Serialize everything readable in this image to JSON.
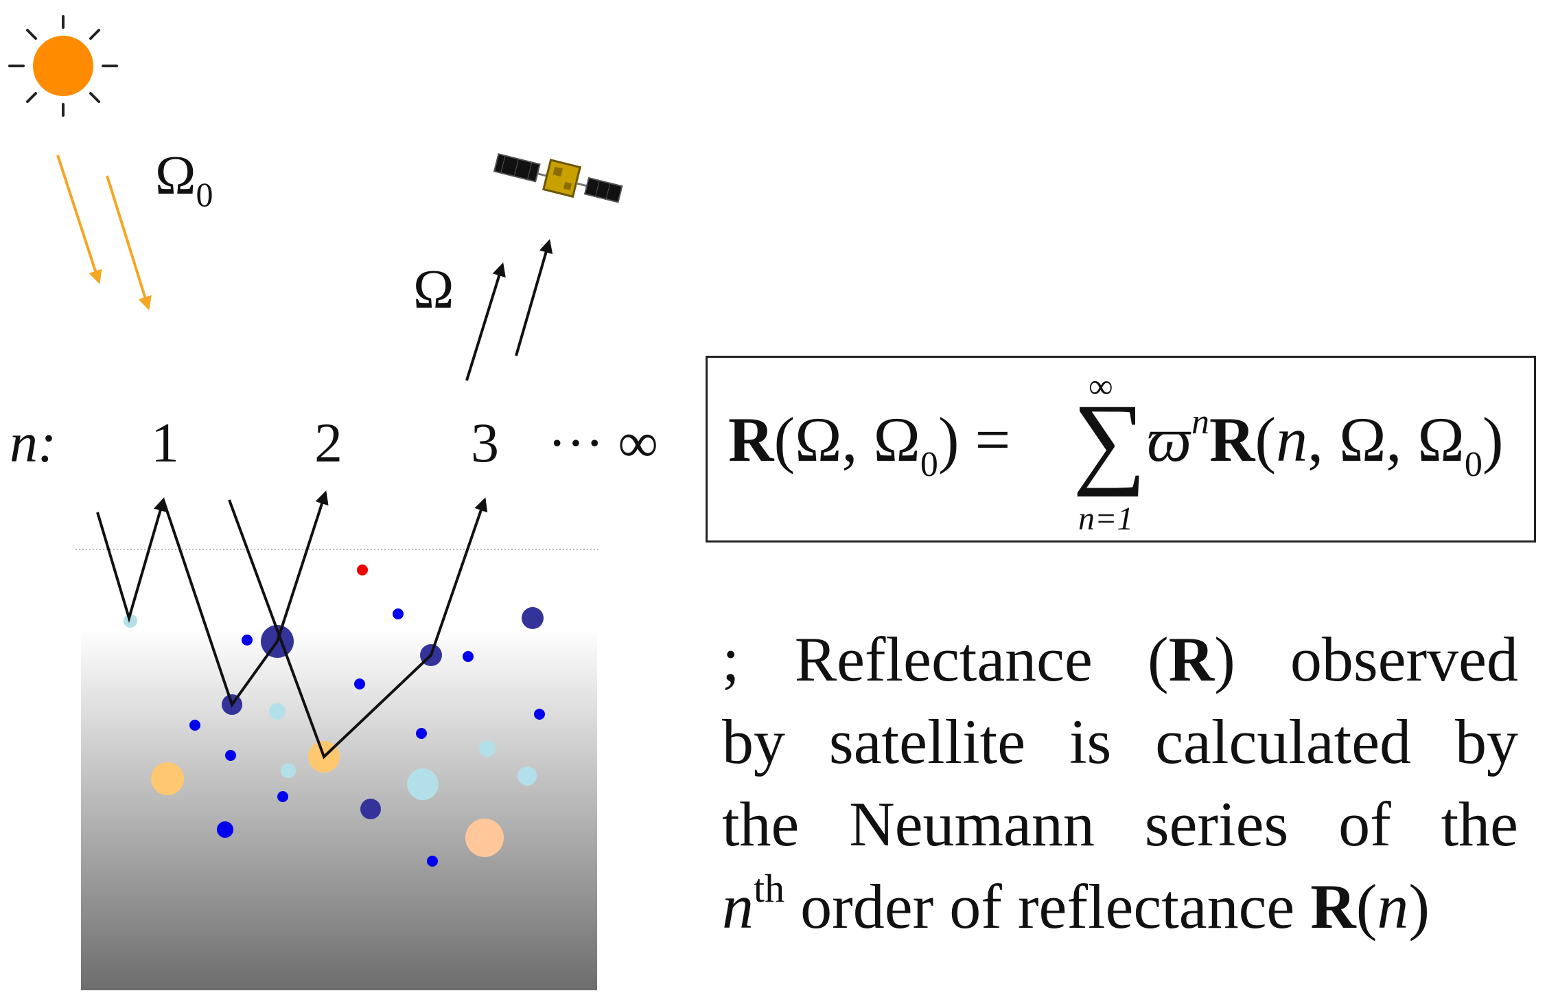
{
  "labels": {
    "omega0_base": "Ω",
    "omega0_sub": "0",
    "omega": "Ω",
    "n_prefix": "n:",
    "orders": [
      "1",
      "2",
      "3"
    ],
    "infinity": "··· ∞"
  },
  "equation": {
    "lhs_R": "R",
    "lhs_args": "(Ω, Ω",
    "lhs_sub": "0",
    "lhs_close": ") =",
    "sum_symbol": "∑",
    "sum_upper": "∞",
    "sum_lower": "n=1",
    "varpi": "ϖ",
    "varpi_sup": "n",
    "rhs_R": "R",
    "rhs_args_open": "(",
    "rhs_n": "n",
    "rhs_args_mid": ", Ω, Ω",
    "rhs_sub": "0",
    "rhs_close": ")"
  },
  "description": {
    "line1_pre": "; Reflectance (",
    "line1_R": "R",
    "line1_post": ") observed",
    "line2": "by satellite is calculated by",
    "line3": "the Neumann series of the",
    "line4_n": "n",
    "line4_sup": "th",
    "line4_mid": " order of reflectance ",
    "line4_R": "R",
    "line4_open": "(",
    "line4_n2": "n",
    "line4_close": ")"
  },
  "colors": {
    "sun": "#ff8c00",
    "sun_rays": "#222222",
    "incoming_arrows": "#f5a623",
    "paths": "#111111",
    "particle_blue": "#0000ee",
    "particle_navy": "#33339a",
    "particle_lightblue": "#b3e0e8",
    "particle_orange": "#ffc870",
    "particle_peach": "#ffc79a",
    "particle_red": "#ee0000",
    "medium_top": "#ffffff",
    "medium_bottom": "#6d6d6d"
  },
  "icons": [
    "sun-icon",
    "satellite-icon"
  ]
}
